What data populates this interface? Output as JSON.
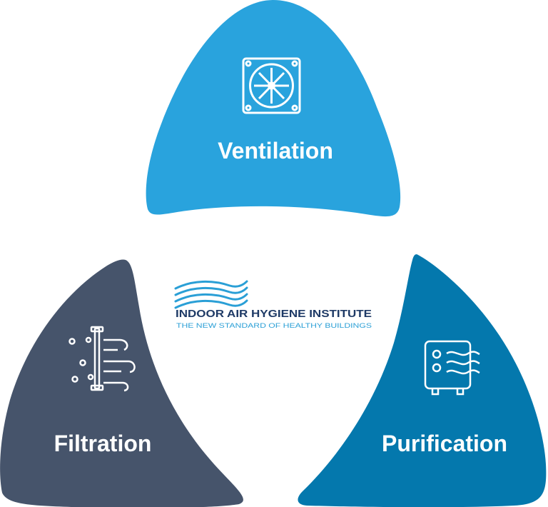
{
  "segments": {
    "ventilation": {
      "label": "Ventilation",
      "color": "#29a3dd",
      "icon": "fan-icon"
    },
    "filtration": {
      "label": "Filtration",
      "color": "#46546b",
      "icon": "filter-icon"
    },
    "purification": {
      "label": "Purification",
      "color": "#0478ad",
      "icon": "air-purifier-icon"
    }
  },
  "logo": {
    "name": "INDOOR AIR HYGIENE INSTITUTE",
    "tagline": "THE NEW STANDARD OF HEALTHY BUILDINGS",
    "name_color": "#1e3a66",
    "tagline_color": "#2a9fd6"
  }
}
